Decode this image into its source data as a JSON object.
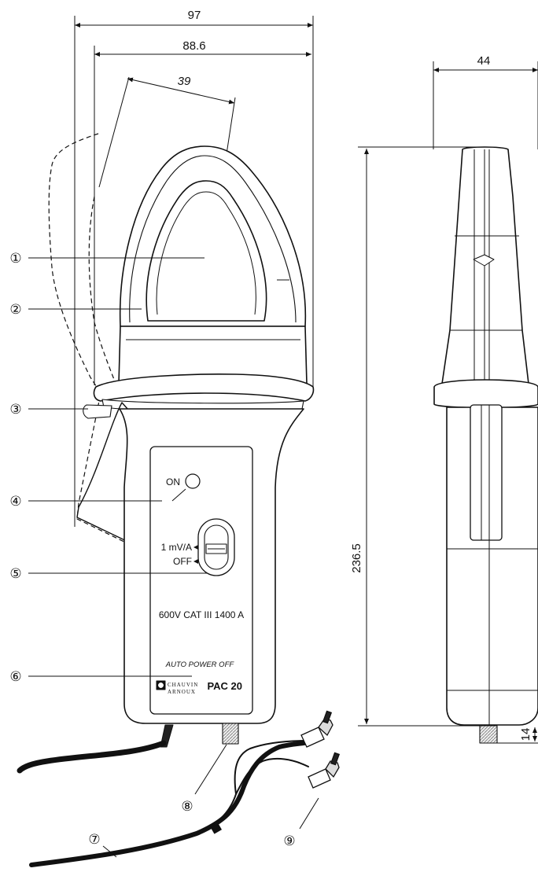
{
  "dimensions": {
    "total_width": "97",
    "body_width": "88.6",
    "jaw_opening": "39",
    "side_thickness": "44",
    "height": "236.5",
    "connector_length": "14"
  },
  "callouts": [
    "①",
    "②",
    "③",
    "④",
    "⑤",
    "⑥",
    "⑦",
    "⑧",
    "⑨"
  ],
  "device_labels": {
    "on": "ON",
    "range_1": "1 mV/A",
    "range_off": "OFF",
    "rating": "600V  CAT III  1400 A",
    "auto_off": "AUTO POWER OFF",
    "brand_line1": "CHAUVIN",
    "brand_line2": "ARNOUX",
    "model": "PAC  20"
  }
}
